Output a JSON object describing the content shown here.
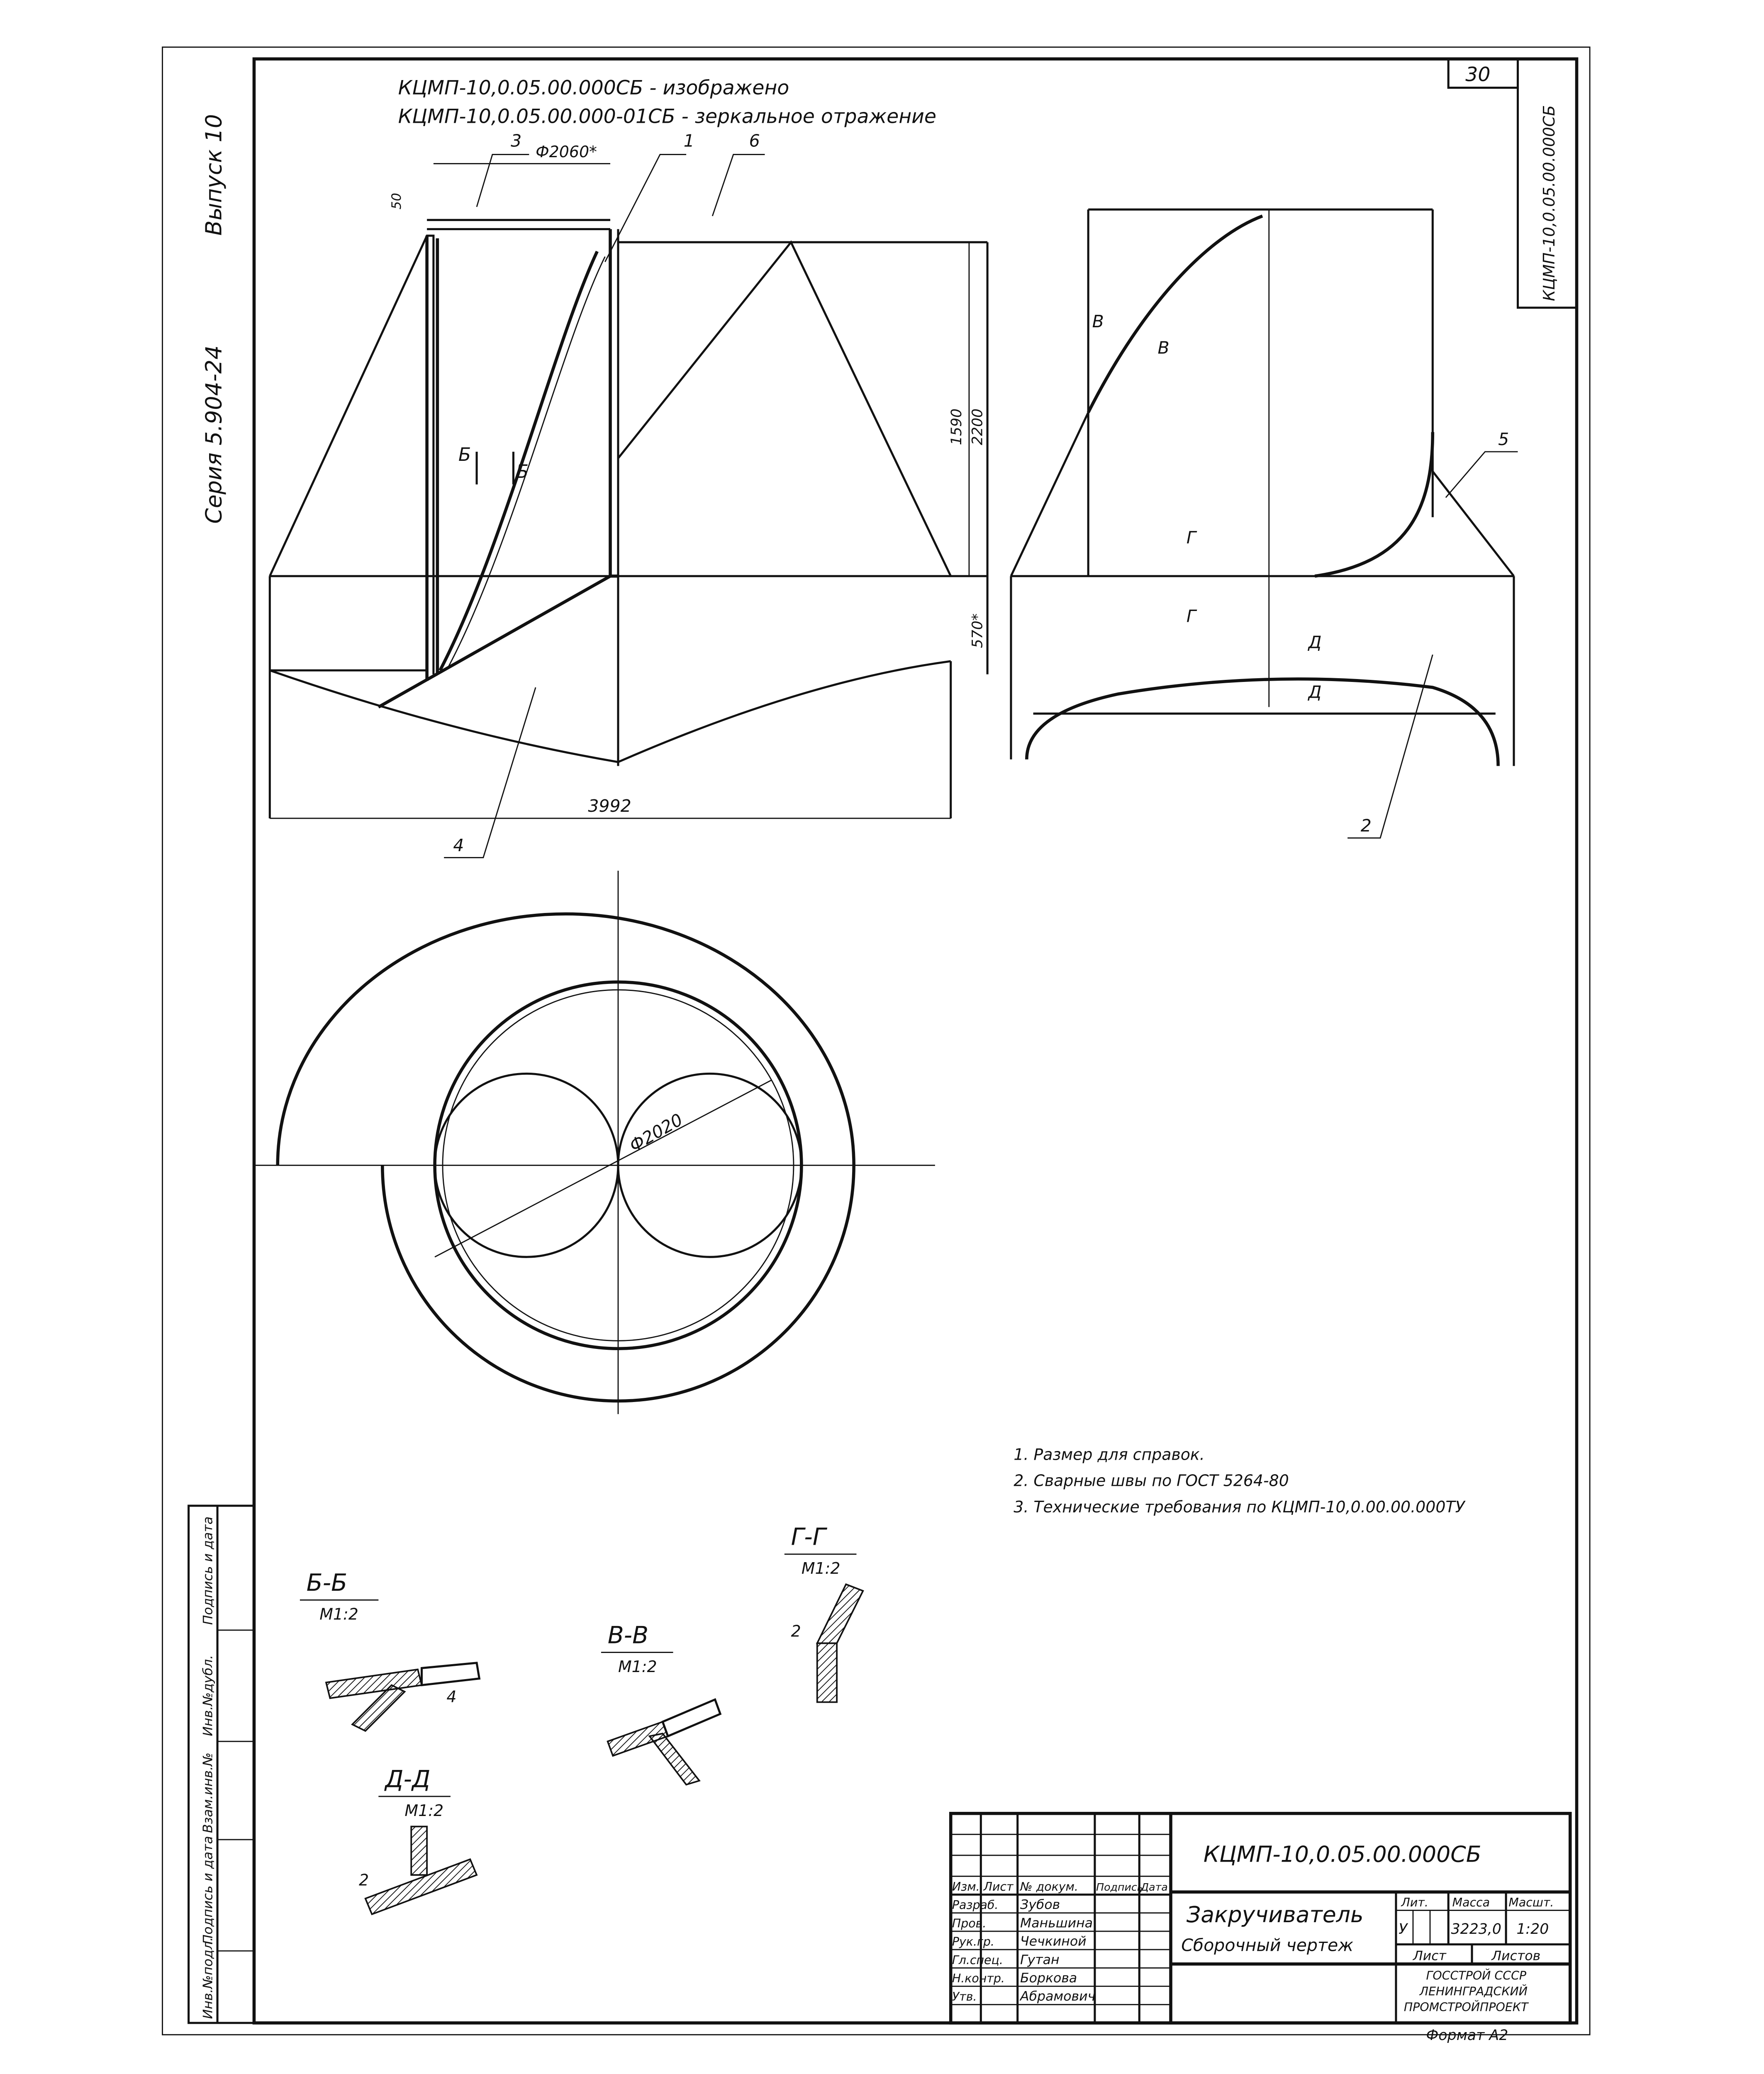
{
  "margin": {
    "series": "Серия 5.904-24",
    "issue": "Выпуск 10"
  },
  "stamp": {
    "sheet_no": "30",
    "code_vertical": "КЦМП-10,0.05.00.000СБ"
  },
  "left_stamp": [
    "Инв.№подл.",
    "Подпись и дата",
    "Взам.инв.№",
    "Инв.№дубл.",
    "Подпись и дата"
  ],
  "header": {
    "line1": "КЦМП-10,0.05.00.000СБ - изображено",
    "line2": "КЦМП-10,0.05.00.000-01СБ - зеркальное отражение"
  },
  "front_view": {
    "positions": [
      "3",
      "1",
      "6",
      "4"
    ],
    "dims": {
      "d2060": "Ф2060*",
      "d50": "50",
      "d1590": "1590",
      "d2200": "2200",
      "d570": "570*",
      "d3992": "3992"
    },
    "sections": {
      "b": "Б"
    }
  },
  "side_view": {
    "positions": [
      "5",
      "2"
    ],
    "sections": {
      "v": "В",
      "g": "Г",
      "d": "Д"
    }
  },
  "plan_view": {
    "d2020": "Ф2020"
  },
  "notes": [
    "1. Размер для справок.",
    "2. Сварные швы по ГОСТ 5264-80",
    "3. Технические требования по КЦМП-10,0.00.00.000ТУ"
  ],
  "section_details": [
    {
      "title": "Б-Б",
      "scale": "М1:2",
      "pos": "4"
    },
    {
      "title": "В-В",
      "scale": "М1:2"
    },
    {
      "title": "Г-Г",
      "scale": "М1:2",
      "pos": "2"
    },
    {
      "title": "Д-Д",
      "scale": "М1:2",
      "pos": "2"
    }
  ],
  "title_block": {
    "code": "КЦМП-10,0.05.00.000СБ",
    "name": "Закручиватель",
    "doc_type": "Сборочный чертеж",
    "headers": {
      "izm": "Изм.",
      "list": "Лист",
      "doc_no": "№ докум.",
      "sign": "Подпись",
      "date": "Дата"
    },
    "roles": [
      {
        "role": "Разраб.",
        "name": "Зубов"
      },
      {
        "role": "Пров.",
        "name": "Маньшина"
      },
      {
        "role": "Рук.гр.",
        "name": "Чечкиной"
      },
      {
        "role": "Гл.спец.",
        "name": "Гутан"
      },
      {
        "role": "Н.контр.",
        "name": "Боркова"
      },
      {
        "role": "Утв.",
        "name": "Абрамович"
      }
    ],
    "lit_label": "Лит.",
    "lit_value": "У",
    "mass_label": "Масса",
    "mass_value": "3223,0",
    "scale_label": "Масшт.",
    "scale_value": "1:20",
    "sheet_label": "Лист",
    "sheets_label": "Листов",
    "org": [
      "ГОССТРОЙ СССР",
      "ЛЕНИНГРАДСКИЙ",
      "ПРОМСТРОЙПРОЕКТ"
    ],
    "format": "Формат А2"
  }
}
